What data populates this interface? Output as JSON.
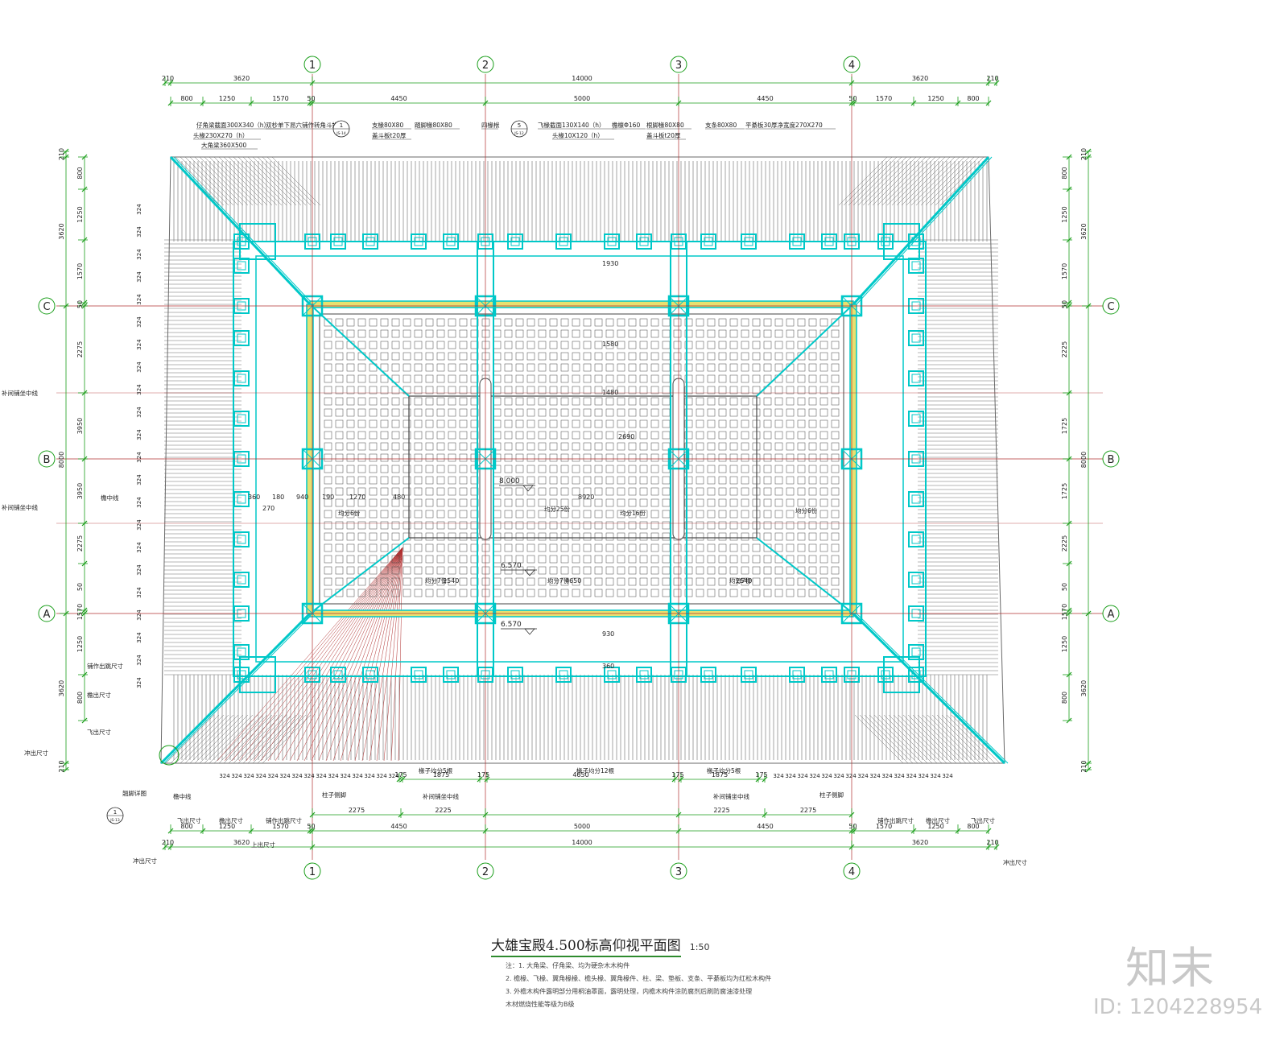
{
  "drawing": {
    "title": "大雄宝殿4.500标高仰视平面图",
    "scale": "1:50",
    "grid_columns": [
      "1",
      "2",
      "3",
      "4"
    ],
    "grid_rows": [
      "C",
      "B",
      "A"
    ],
    "top_dims_overall": [
      "210",
      "3620",
      "14000",
      "3620",
      "210"
    ],
    "top_dims_bays": [
      "800",
      "1250",
      "1570",
      "50",
      "4450",
      "5000",
      "4450",
      "50",
      "1570",
      "1250",
      "800"
    ],
    "bottom_dims_overall": [
      "210",
      "3620",
      "14000",
      "3620",
      "210"
    ],
    "bottom_dims_bays": [
      "800",
      "1250",
      "1570",
      "50",
      "4450",
      "5000",
      "4450",
      "50",
      "1570",
      "1250",
      "800"
    ],
    "bottom_dims_inner": [
      "2275",
      "2225",
      "2225",
      "2275"
    ],
    "rafter_bottom_dims": [
      "175",
      "1875",
      "175",
      "4650",
      "175",
      "1875",
      "175"
    ],
    "left_dims_outer": [
      "210",
      "3620",
      "8000",
      "3620",
      "210"
    ],
    "left_dims_inner": [
      "800",
      "1250",
      "1570",
      "50",
      "2275",
      "3950",
      "3950",
      "2275",
      "50",
      "1570",
      "1250",
      "800"
    ],
    "right_dims_outer": [
      "210",
      "3620",
      "8000",
      "3620",
      "210"
    ],
    "right_dims_inner": [
      "800",
      "1250",
      "1570",
      "50",
      "2225",
      "1725",
      "1725",
      "2225",
      "50",
      "1570",
      "1250",
      "800"
    ],
    "elevation_marks": [
      "8.000",
      "6.570",
      "6.570"
    ],
    "top_labels": [
      "仔角梁截面300X340（h）",
      "头椽230X270（h）",
      "大角梁360X500",
      "双杪单下昂六铺作转角斗拱",
      "支椽80X80",
      "盖斗板t20厚",
      "踏脚椽80X80",
      "四椽栿",
      "飞椽截面130X140（h）",
      "头椽10X120（h）",
      "檐檩Φ160",
      "根脚椽80X80",
      "盖斗板t20厚",
      "支条80X80",
      "平綦板30厚净宽度270X270"
    ],
    "left_labels": [
      "补间铺坐中线",
      "补间铺坐中线",
      "檐中线",
      "冲出尺寸",
      "飞出尺寸",
      "檐出尺寸",
      "铺作出跳尺寸"
    ],
    "bottom_labels": [
      "檐中线",
      "椽子均分5根",
      "椽子均分12根",
      "椽子均分5根",
      "补间铺坐中线",
      "补间铺坐中线",
      "柱子侧脚",
      "柱子侧脚",
      "飞出尺寸",
      "檐出尺寸",
      "铺作出跳尺寸",
      "铺作出跳尺寸",
      "檐出尺寸",
      "飞出尺寸",
      "上出尺寸",
      "冲出尺寸",
      "冲出尺寸",
      "翘脚详图"
    ],
    "inner_labels": [
      "均分6份",
      "均分6份",
      "均分25份",
      "均分7份",
      "均分7份",
      "均分7份",
      "均分16份"
    ],
    "inner_dims": [
      "360",
      "180",
      "940",
      "190",
      "1270",
      "480",
      "270",
      "8920",
      "2540",
      "4650",
      "2540",
      "1930",
      "1580",
      "1480",
      "2690",
      "930",
      "360"
    ],
    "detail_refs": [
      "1",
      "5",
      "1"
    ],
    "detail_sheet_refs": [
      "JS-14",
      "JS-12",
      "JS-13"
    ],
    "rafter_module": "324"
  },
  "notes": [
    "注：1. 大角梁、仔角梁、均为硬杂木木构件",
    "2. 檐椽、飞椽、翼角椽椽、檐头椽、翼角椽件、柱、梁、垫板、支条、平綦板均为红松木构件",
    "3. 外檐木构件露明部分用桐油罩面，露明处理，内檐木构件涂防腐剂后刷防腐油漆处理",
    "木材燃烧性能等级为B级"
  ],
  "watermark": {
    "brand": "知末",
    "id_text": "ID: 1204228954"
  },
  "colors": {
    "beam": "#00c8c8",
    "dimension": "#1a9e1a",
    "axis": "#b03030",
    "hatch": "#6a6a6a",
    "coffer": "#444444",
    "highlight": "#e8e070"
  }
}
